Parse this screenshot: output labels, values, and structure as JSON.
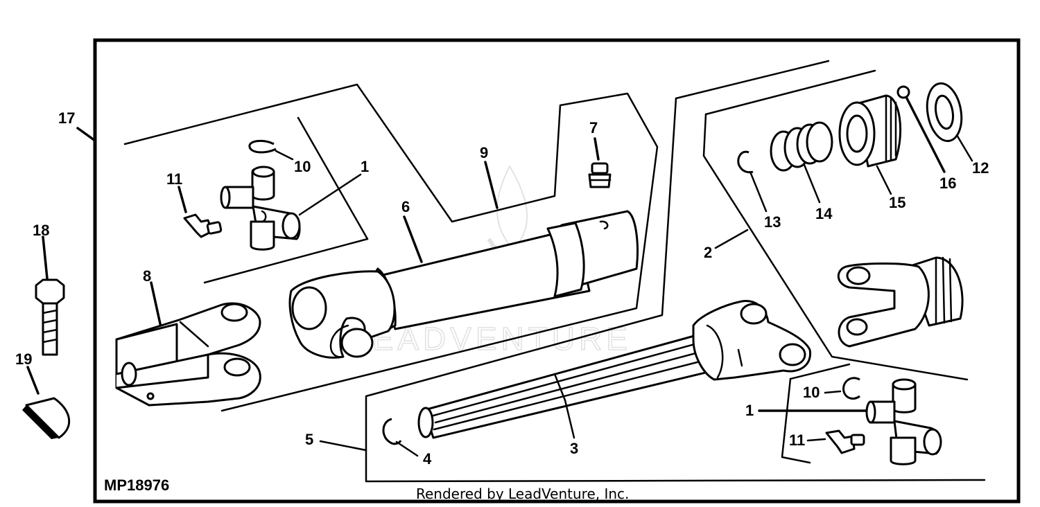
{
  "diagram": {
    "part_number": "MP18976",
    "credit": "Rendered by LeadVenture, Inc.",
    "watermark": "LEADVENTURE",
    "callouts": {
      "c1a": "1",
      "c1b": "1",
      "c2": "2",
      "c3": "3",
      "c4": "4",
      "c5": "5",
      "c6": "6",
      "c7": "7",
      "c8": "8",
      "c9": "9",
      "c10a": "10",
      "c10b": "10",
      "c11a": "11",
      "c11b": "11",
      "c12": "12",
      "c13": "13",
      "c14": "14",
      "c15": "15",
      "c16": "16",
      "c17": "17",
      "c18": "18",
      "c19": "19"
    }
  }
}
